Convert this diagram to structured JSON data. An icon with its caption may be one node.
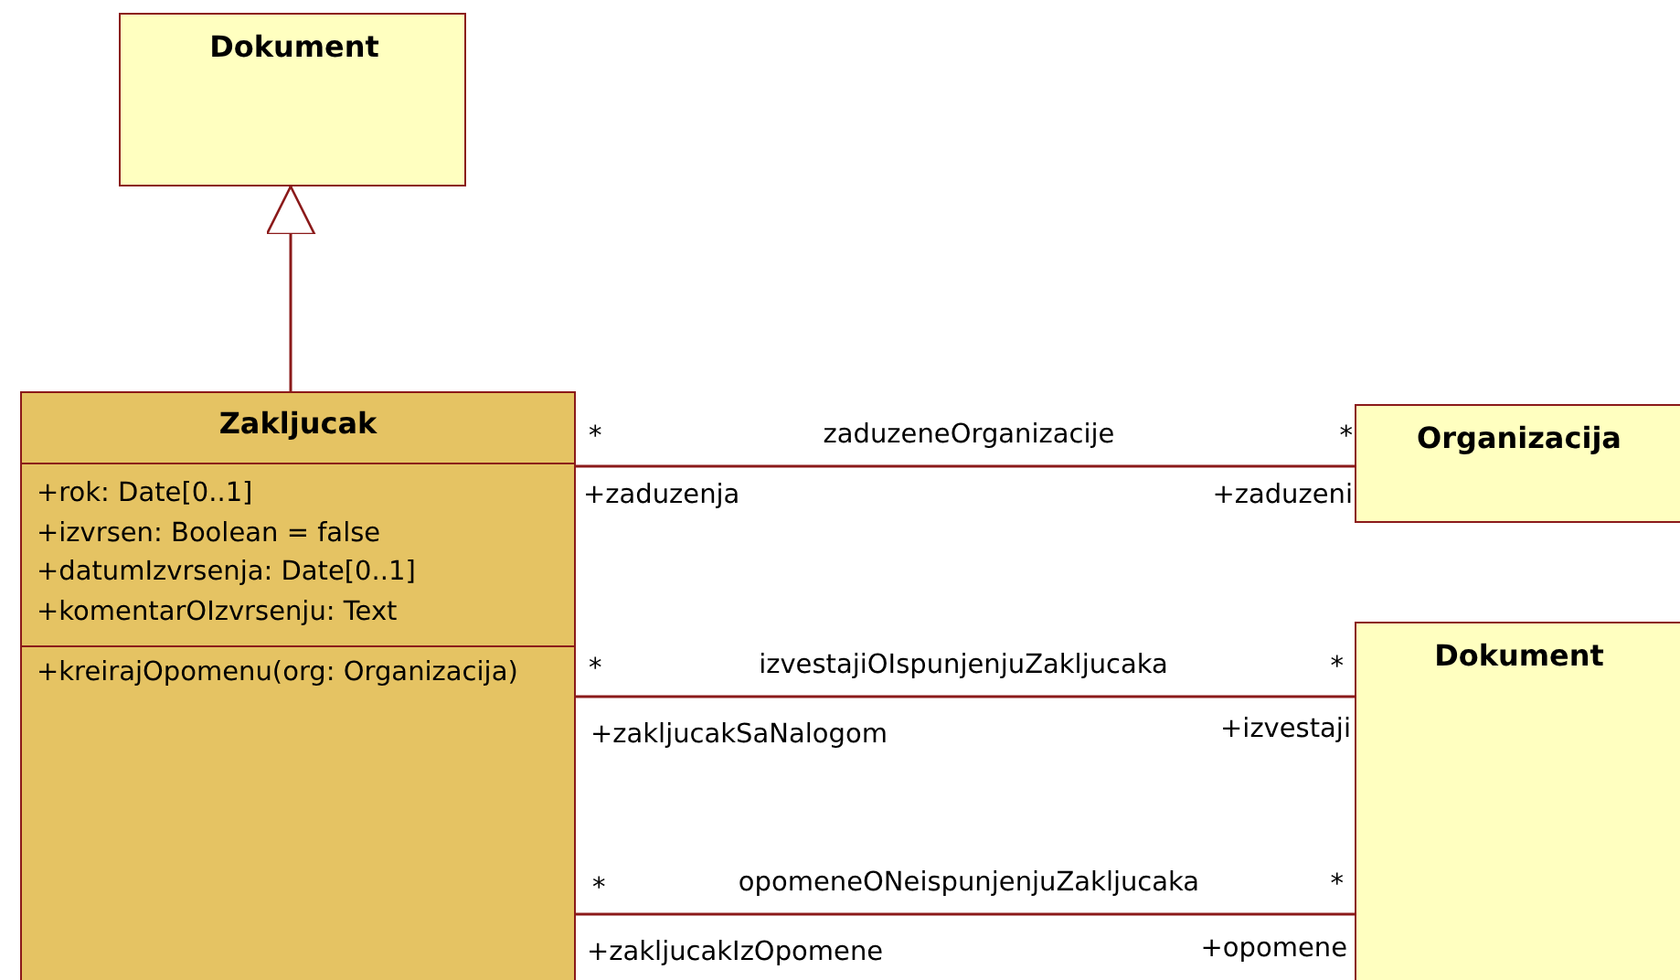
{
  "diagram": {
    "nodes": [
      {
        "text": [
          "Dokument"
        ]
      },
      {
        "text": [
          "Zakljucak",
          "+rok: Date[0..1]",
          "+izvrsen: Boolean = false",
          "+datumIzvrsenja: Date[0..1]",
          "+komentarOIzvrsenju: Text",
          "+kreirajOpomenu(org: Organizacija)"
        ]
      },
      {
        "text": [
          "Organizacija"
        ]
      },
      {
        "text": [
          "Dokument"
        ]
      }
    ],
    "edges": [
      {
        "from": 1,
        "to": 0,
        "arrow": "to"
      },
      {
        "from": 1,
        "to": 2,
        "arrow": "none",
        "label": "zaduzeneOrganizacije"
      },
      {
        "from": 1,
        "to": 3,
        "arrow": "none",
        "label": "izvestajiOIspunjenjuZakljucaka"
      },
      {
        "from": 1,
        "to": 3,
        "arrow": "none",
        "label": "opomeneONeispunjenjuZakljucaka"
      }
    ],
    "labels": [
      "*",
      "*",
      "+zaduzenja",
      "+zaduzeni",
      "*",
      "*",
      "+zakljucakSaNalogom",
      "+izvestaji",
      "*",
      "*",
      "+zakljucakIzOpomene",
      "+opomene"
    ]
  }
}
